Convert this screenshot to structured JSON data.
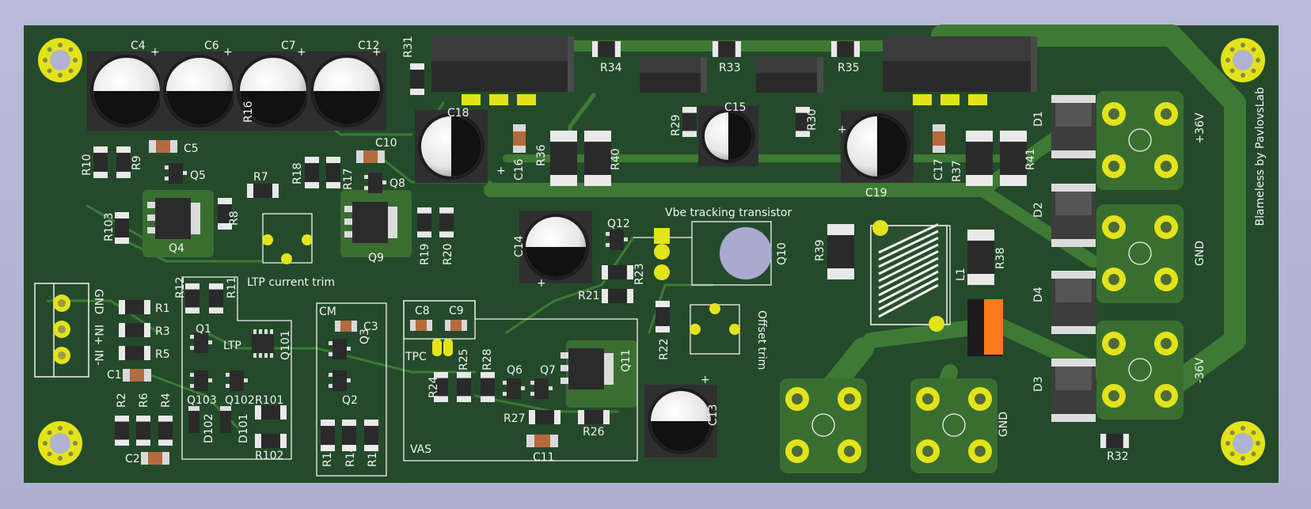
{
  "board": {
    "credit": "Blameless by PavlovsLab",
    "colors": {
      "background": "#b4b6d4",
      "pcb": "#234a2a",
      "trace": "#3f7a35",
      "pad": "#e3e31a",
      "silk": "#f2f2f2",
      "cap_body": "#2b2b2b",
      "diode": "#3a3a3a",
      "led": "#ff7a1a"
    },
    "zone_labels": {
      "ltp_trim": "LTP current trim",
      "vbe": "Vbe tracking transistor",
      "offset_trim": "Offset trim",
      "ltp": "LTP",
      "cm": "CM",
      "vas": "VAS",
      "tpc": "TPC"
    },
    "input_connector_labels": {
      "gnd": "GND",
      "in_plus": "IN+",
      "in_minus": "IN-"
    },
    "power_labels": {
      "p36": "+36V",
      "gnd": "GND",
      "m36": "-36V",
      "gnd_bottom": "GND"
    },
    "electrolytic_caps": [
      "C4",
      "C6",
      "C7",
      "C12",
      "C18",
      "C15",
      "C19",
      "C14",
      "C13"
    ],
    "resistors": [
      "R31",
      "R34",
      "R33",
      "R35",
      "R29",
      "R30",
      "R16",
      "R10",
      "R9",
      "R18",
      "R17",
      "R7",
      "R8",
      "R103",
      "R36",
      "R40",
      "R37",
      "R41",
      "R19",
      "R20",
      "R23",
      "R21",
      "R22",
      "R39",
      "R38",
      "R12",
      "R11",
      "R1",
      "R3",
      "R5",
      "R2",
      "R6",
      "R4",
      "R101",
      "R102",
      "R13",
      "R14",
      "R15",
      "R24",
      "R25",
      "R28",
      "R27",
      "R26",
      "R32"
    ],
    "small_caps": [
      "C5",
      "C10",
      "C16",
      "C17",
      "C1",
      "C2",
      "C3",
      "C8",
      "C9",
      "C11"
    ],
    "transistors": [
      "Q5",
      "Q4",
      "Q8",
      "Q9",
      "Q12",
      "Q10",
      "Q1",
      "Q101",
      "Q103",
      "Q102",
      "Q3",
      "Q2",
      "Q6",
      "Q7",
      "Q11"
    ],
    "diodes": [
      "D1",
      "D2",
      "D4",
      "D3",
      "D102",
      "D101"
    ],
    "inductor": "L1"
  }
}
